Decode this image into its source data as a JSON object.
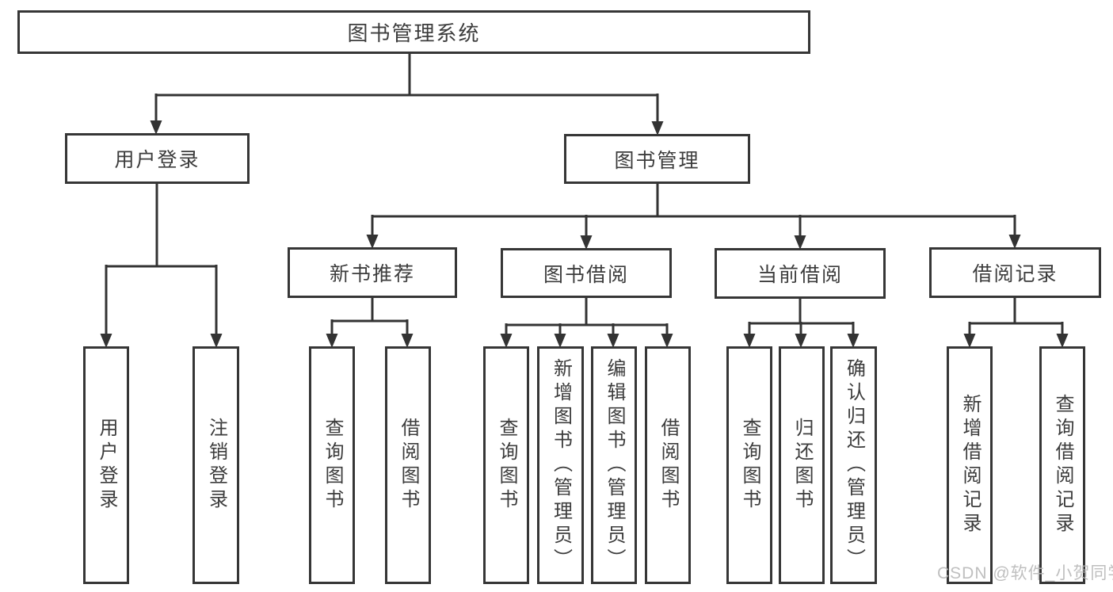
{
  "diagram": {
    "root": {
      "label": "图书管理系统"
    },
    "branches": [
      {
        "label": "用户登录",
        "children": [
          {
            "label": "用户登录"
          },
          {
            "label": "注销登录"
          }
        ]
      },
      {
        "label": "图书管理",
        "children": [
          {
            "label": "新书推荐",
            "children": [
              {
                "label": "查询图书"
              },
              {
                "label": "借阅图书"
              }
            ]
          },
          {
            "label": "图书借阅",
            "children": [
              {
                "label": "查询图书"
              },
              {
                "label": "新增图书（管理员）"
              },
              {
                "label": "编辑图书（管理员）"
              },
              {
                "label": "借阅图书"
              }
            ]
          },
          {
            "label": "当前借阅",
            "children": [
              {
                "label": "查询图书"
              },
              {
                "label": "归还图书"
              },
              {
                "label": "确认归还（管理员）"
              }
            ]
          },
          {
            "label": "借阅记录",
            "children": [
              {
                "label": "新增借阅记录"
              },
              {
                "label": "查询借阅记录"
              }
            ]
          }
        ]
      }
    ]
  },
  "watermark": "CSDN @软件_小贺同学",
  "colors": {
    "line": "#333333",
    "box_border": "#363636",
    "text": "#3c3c3c",
    "watermark_text": "#b9b9b9",
    "background": "#ffffff"
  }
}
